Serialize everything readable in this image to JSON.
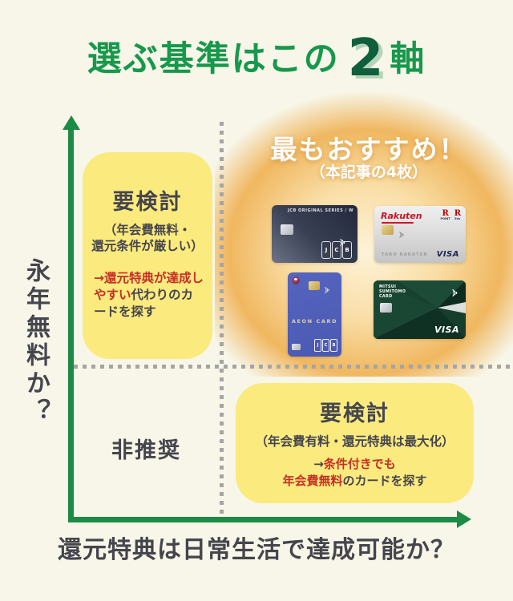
{
  "title": {
    "text": "選ぶ基準はこの",
    "number": "2",
    "suffix": "軸"
  },
  "axes": {
    "y_label": "永年無料か？",
    "x_label": "還元特典は日常生活で達成可能か？"
  },
  "quadrants": {
    "top_left": {
      "heading": "要検討",
      "sub_line1": "（年会費無料・",
      "sub_line2": "還元条件が厳しい）",
      "note_red": "→還元特典が達成しやすい",
      "note_rest": "代わりのカードを探す"
    },
    "top_right": {
      "heading": "最もおすすめ！",
      "subheading": "（本記事の4枚）"
    },
    "bottom_left": {
      "heading": "非推奨"
    },
    "bottom_right": {
      "heading": "要検討",
      "sub": "（年会費有料・還元特典は最大化）",
      "note_arrow": "→",
      "note_red_line1": "条件付きでも",
      "note_red_line2": "年会費無料",
      "note_rest_line2": "のカードを探す"
    }
  },
  "cards": {
    "jcb": {
      "series_label": "JCB ORIGINAL SERIES / W",
      "logo_letters": [
        "J",
        "C",
        "B"
      ]
    },
    "rakuten": {
      "brand": "Rakuten",
      "badge_point_r": "R",
      "badge_point_label": "POINT",
      "badge_edy_r": "R",
      "badge_edy_label": "Edy",
      "holder": "TARO RAKUTEN",
      "network": "VISA"
    },
    "aeon": {
      "name": "AEON CARD",
      "logo_letters": [
        "J",
        "C",
        "B"
      ]
    },
    "smcc": {
      "brand_line1": "MITSUI",
      "brand_line2": "SUMITOMO",
      "brand_line3": "CARD",
      "network": "VISA"
    }
  },
  "colors": {
    "background": "#f7f6e8",
    "title_green": "#17984c",
    "title_number_green": "#0f5f3c",
    "axis_green": "#1c8b45",
    "highlight_yellow": "#fbea7e",
    "accent_red": "#c62f26",
    "text_dark": "#45454d",
    "orange_glow": "#f0b75f",
    "dotted_gray": "#a5a5a5"
  }
}
